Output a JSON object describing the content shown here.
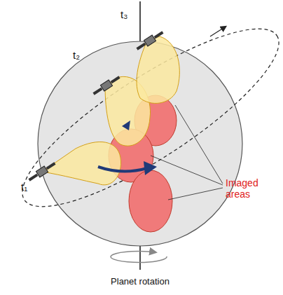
{
  "diagram": {
    "labels": [
      "t₁",
      "t₂",
      "t₃",
      "Imaged areas",
      "Planet rotation"
    ]
  }
}
